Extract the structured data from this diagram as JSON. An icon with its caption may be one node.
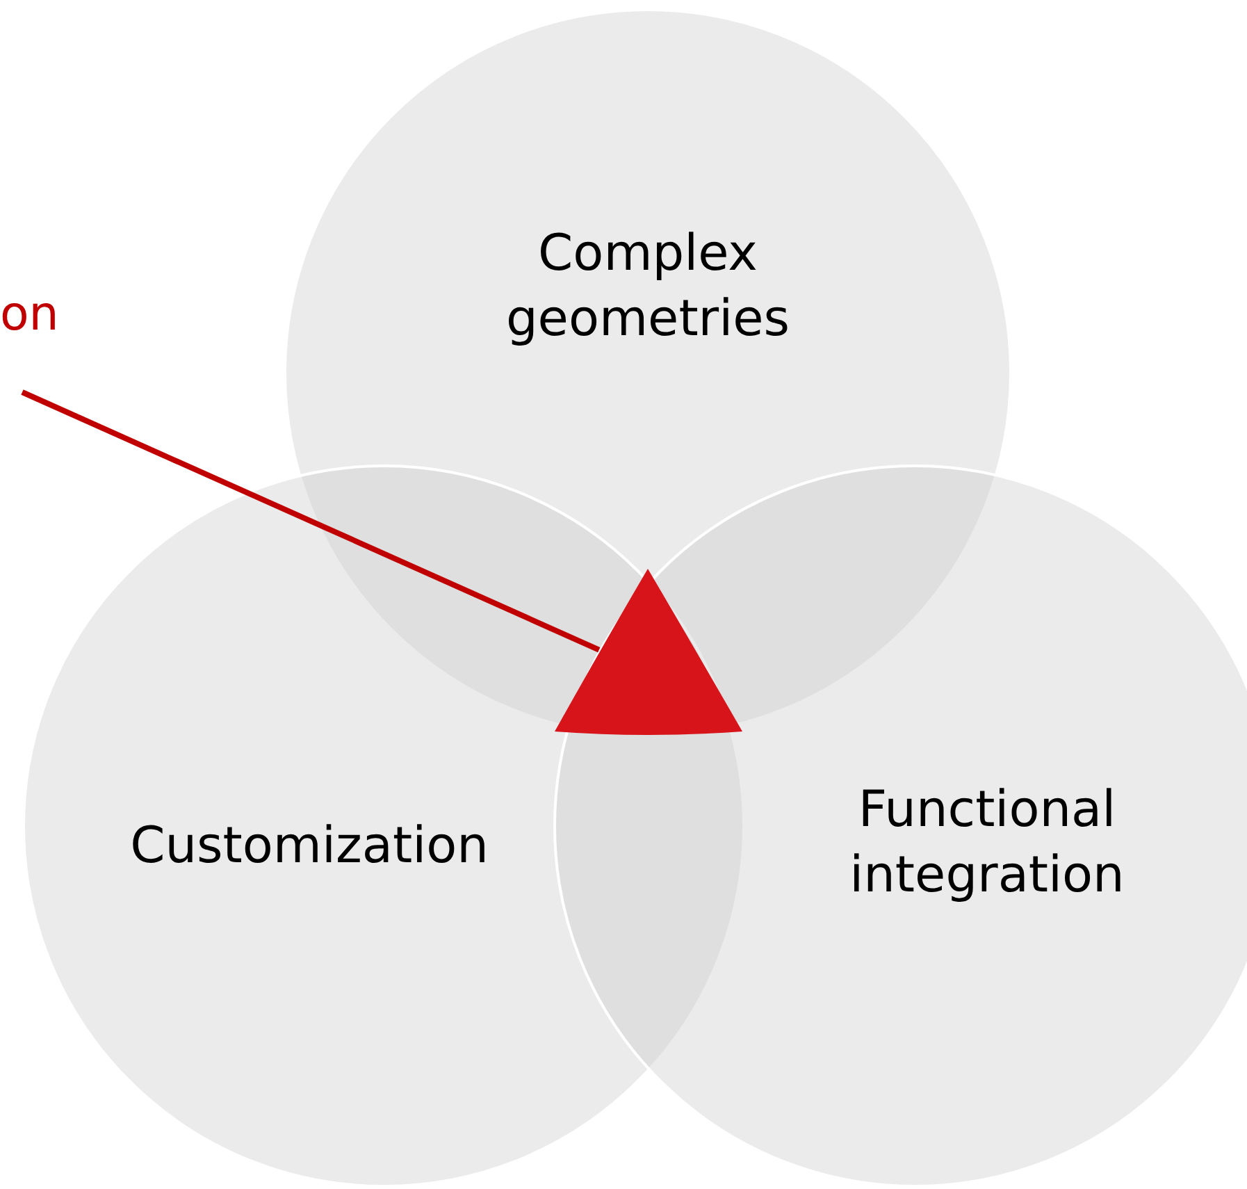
{
  "diagram": {
    "nodes": [
      {
        "text": [
          "Complex geometries"
        ]
      },
      {
        "text": [
          "Customization"
        ]
      },
      {
        "text": [
          "Functional integration"
        ]
      },
      {
        "text": [
          "on"
        ]
      },
      {
        "text": [],
        "shape": "triangle"
      }
    ],
    "edges": [
      {
        "from": 3,
        "to": 4,
        "arrow": "none",
        "color": "#c00000"
      }
    ]
  }
}
